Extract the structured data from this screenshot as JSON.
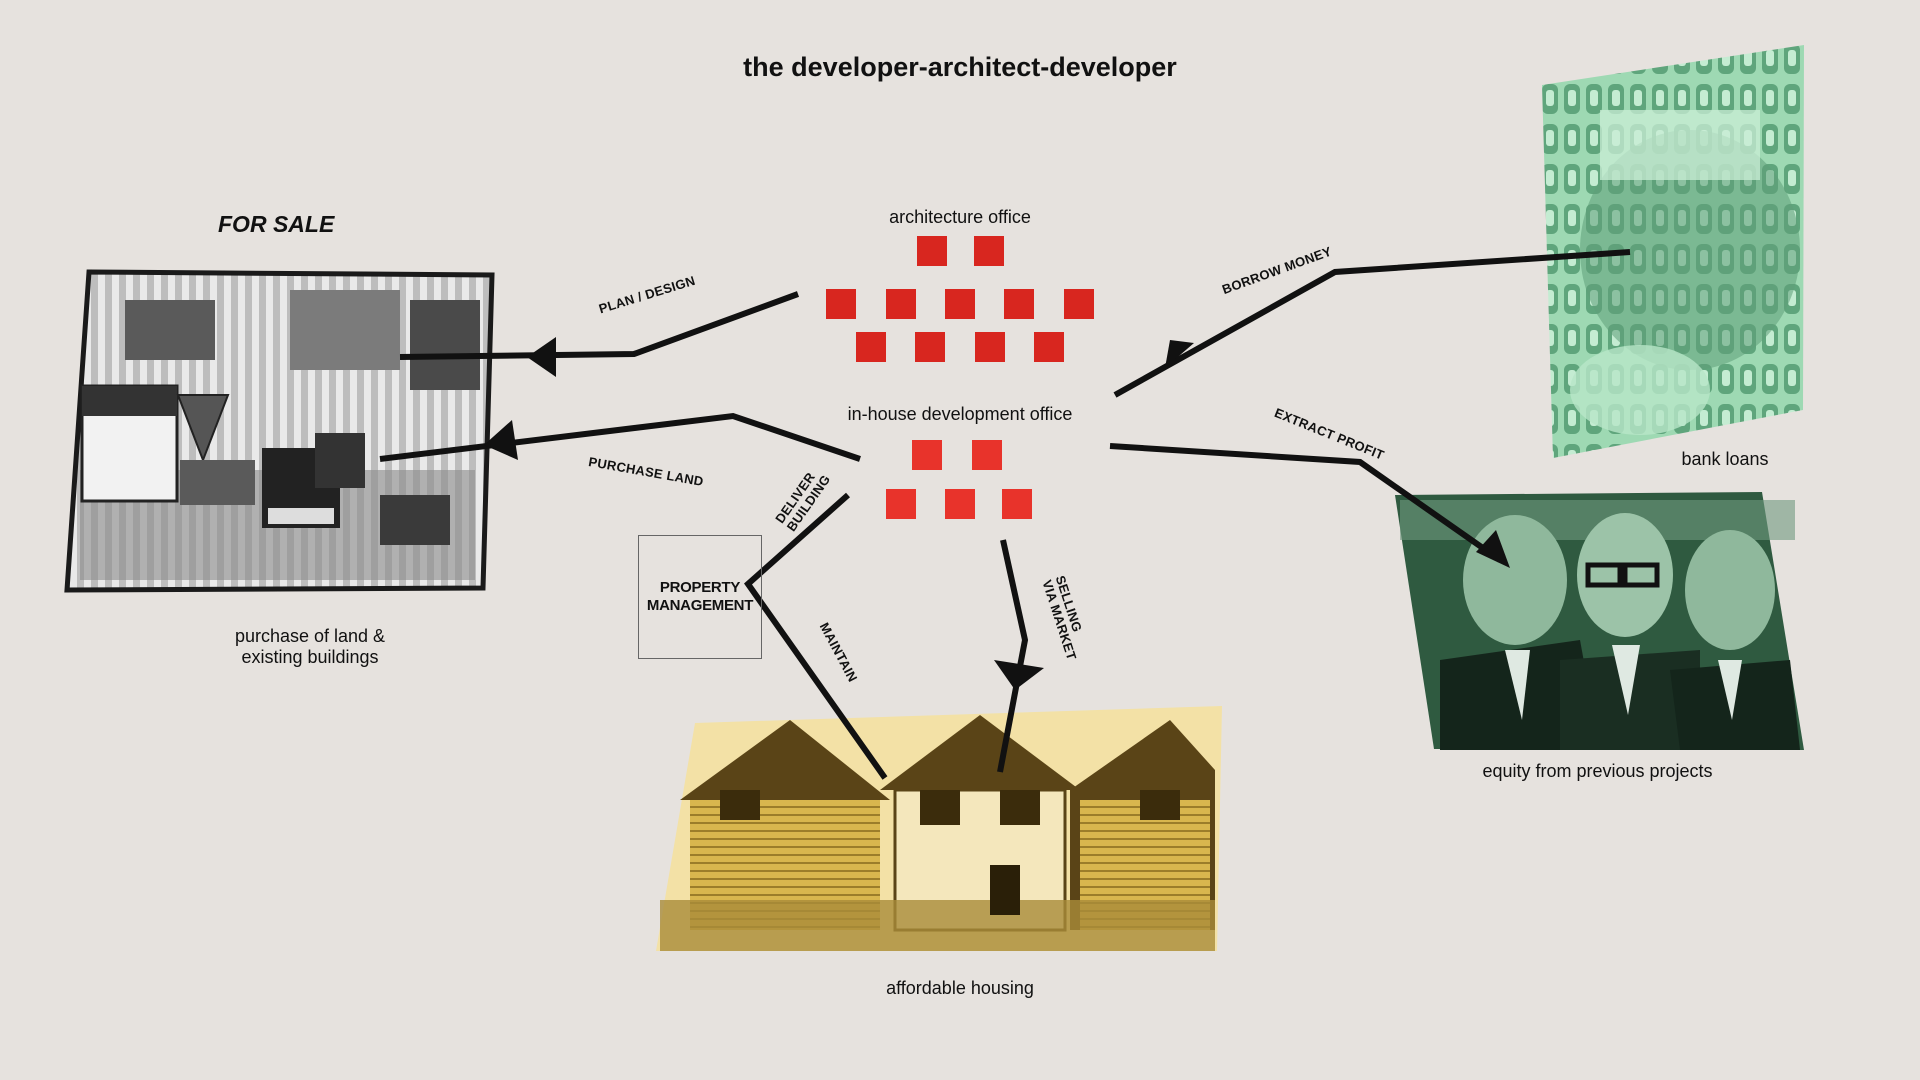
{
  "title": "the developer-architect-developer",
  "for_sale": "FOR SALE",
  "nodes": {
    "architecture_office": "architecture office",
    "in_house_office": "in-house development office",
    "property_management": "PROPERTY\nMANAGEMENT",
    "purchase": "purchase of land &\nexisting buildings",
    "affordable_housing": "affordable housing",
    "bank_loans": "bank loans",
    "equity": "equity from previous projects"
  },
  "flows": {
    "plan_design": "PLAN / DESIGN",
    "purchase_land": "PURCHASE LAND",
    "deliver_building": "DELIVER\nBUILDING",
    "maintain": "MAINTAIN",
    "selling": "SELLING\nVIA MARKET",
    "borrow_money": "BORROW  MONEY",
    "extract_profit": "EXTRACT PROFIT"
  },
  "images": {
    "sale_signs": "sale-signs-photo",
    "money": "cash-in-hand-photo",
    "men": "three-men-photo",
    "houses": "suburban-houses-photo"
  },
  "colors": {
    "accent_red": "#d8261f",
    "money_green": "#8fcfa6",
    "men_green": "#2f5a40",
    "house_gold": "#d8b24a"
  }
}
